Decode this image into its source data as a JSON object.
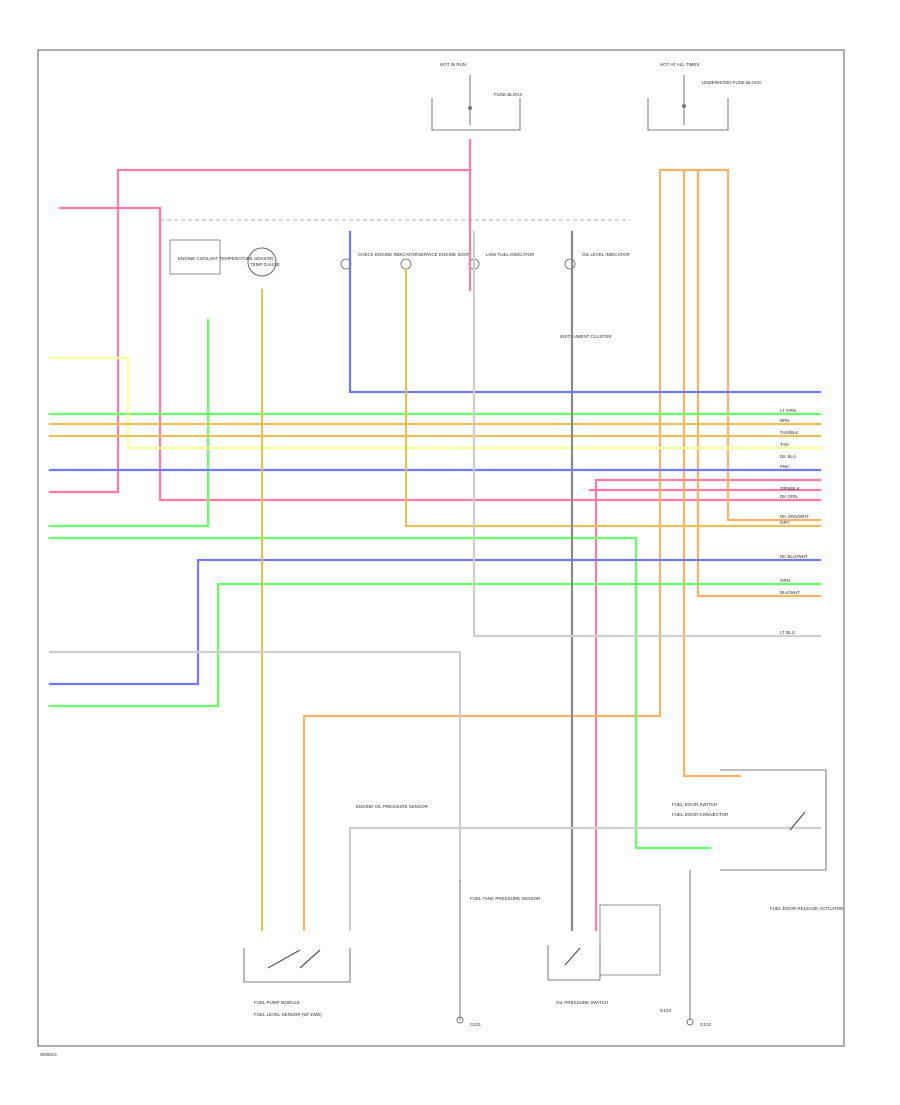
{
  "figure_code": "W00014",
  "colors": {
    "pink": "#ff7aa8",
    "orange": "#ffb266",
    "green": "#66ff66",
    "blue": "#6f78ff",
    "yellow": "#ffff99",
    "gold": "#e8c15a",
    "gray": "#8a8a8a",
    "light_gray": "#cfcfcf"
  },
  "labels": {
    "fuse_block_left": "HOT IN RUN",
    "fuse_block_right": "HOT AT ALL TIMES",
    "left_fuse": "FUSE BLOCK",
    "right_fuse": "UNDERHOOD FUSE BLOCK",
    "coolant_sensor": "ENGINE COOLANT TEMPERATURE SENSOR",
    "gauge": "TEMP GAUGE",
    "ind_1": "CHECK ENGINE INDICATOR",
    "ind_2": "SERVICE ENGINE SOON",
    "ind_3": "LOW FUEL INDICATOR",
    "ind_4": "OIL LEVEL INDICATOR",
    "instrument_cluster": "INSTRUMENT CLUSTER",
    "fuel_pump_module": "FUEL PUMP MODULE",
    "fuel_level_sensor": "FUEL LEVEL SENSOR",
    "fuel_tank_pressure": "FUEL TANK PRESSURE SENSOR",
    "oil_pressure_switch": "OIL PRESSURE SWITCH",
    "fuel_door_switch": "FUEL DOOR SWITCH",
    "fuel_door_release": "FUEL DOOR RELEASE ACTUATOR",
    "ground_1": "G101",
    "ground_2": "G102",
    "ground_3": "G103",
    "fuel_level_label": "FUEL LEVEL SENSOR (W/ 4WD)",
    "fuel_door_conn": "FUEL DOOR CONNECTOR",
    "engine_oil": "ENGINE OIL PRESSURE SENSOR"
  },
  "wires": [
    {
      "name": "LT GRN",
      "label": "LT GRN"
    },
    {
      "name": "BRN",
      "label": "BRN"
    },
    {
      "name": "TAN/BLK",
      "label": "TAN/BLK"
    },
    {
      "name": "TAN",
      "label": "TAN"
    },
    {
      "name": "DK BLU",
      "label": "DK BLU"
    },
    {
      "name": "PNK",
      "label": "PNK"
    },
    {
      "name": "ORN/BLK",
      "label": "ORN/BLK"
    },
    {
      "name": "DK GRN",
      "label": "DK GRN"
    },
    {
      "name": "DK GRN/WHT",
      "label": "DK GRN/WHT"
    },
    {
      "name": "GRY",
      "label": "GRY"
    },
    {
      "name": "DK BLU/WHT",
      "label": "DK BLU/WHT"
    },
    {
      "name": "ORN",
      "label": "ORN"
    },
    {
      "name": "BLK/WHT",
      "label": "BLK/WHT"
    },
    {
      "name": "LT BLU",
      "label": "LT BLU"
    }
  ]
}
